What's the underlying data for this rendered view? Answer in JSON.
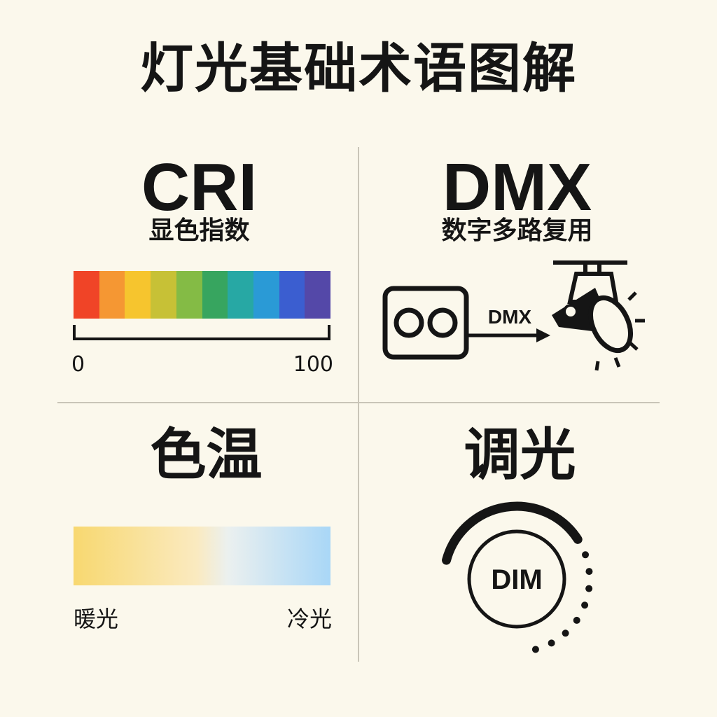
{
  "title": "灯光基础术语图解",
  "cri": {
    "term": "CRI",
    "subtitle": "显色指数",
    "scale_min": "0",
    "scale_max": "100",
    "spectrum_colors": [
      "#f04427",
      "#f59733",
      "#f6c52e",
      "#c7c136",
      "#84bb45",
      "#37a55f",
      "#27a8a4",
      "#2a9ad6",
      "#3b5ed0",
      "#5448a8"
    ]
  },
  "dmx": {
    "term": "DMX",
    "subtitle": "数字多路复用",
    "signal_label": "DMX"
  },
  "color_temp": {
    "term": "色温",
    "warm_label": "暖光",
    "cool_label": "冷光"
  },
  "dimming": {
    "term": "调光",
    "knob_label": "DIM",
    "level": 0.55
  }
}
